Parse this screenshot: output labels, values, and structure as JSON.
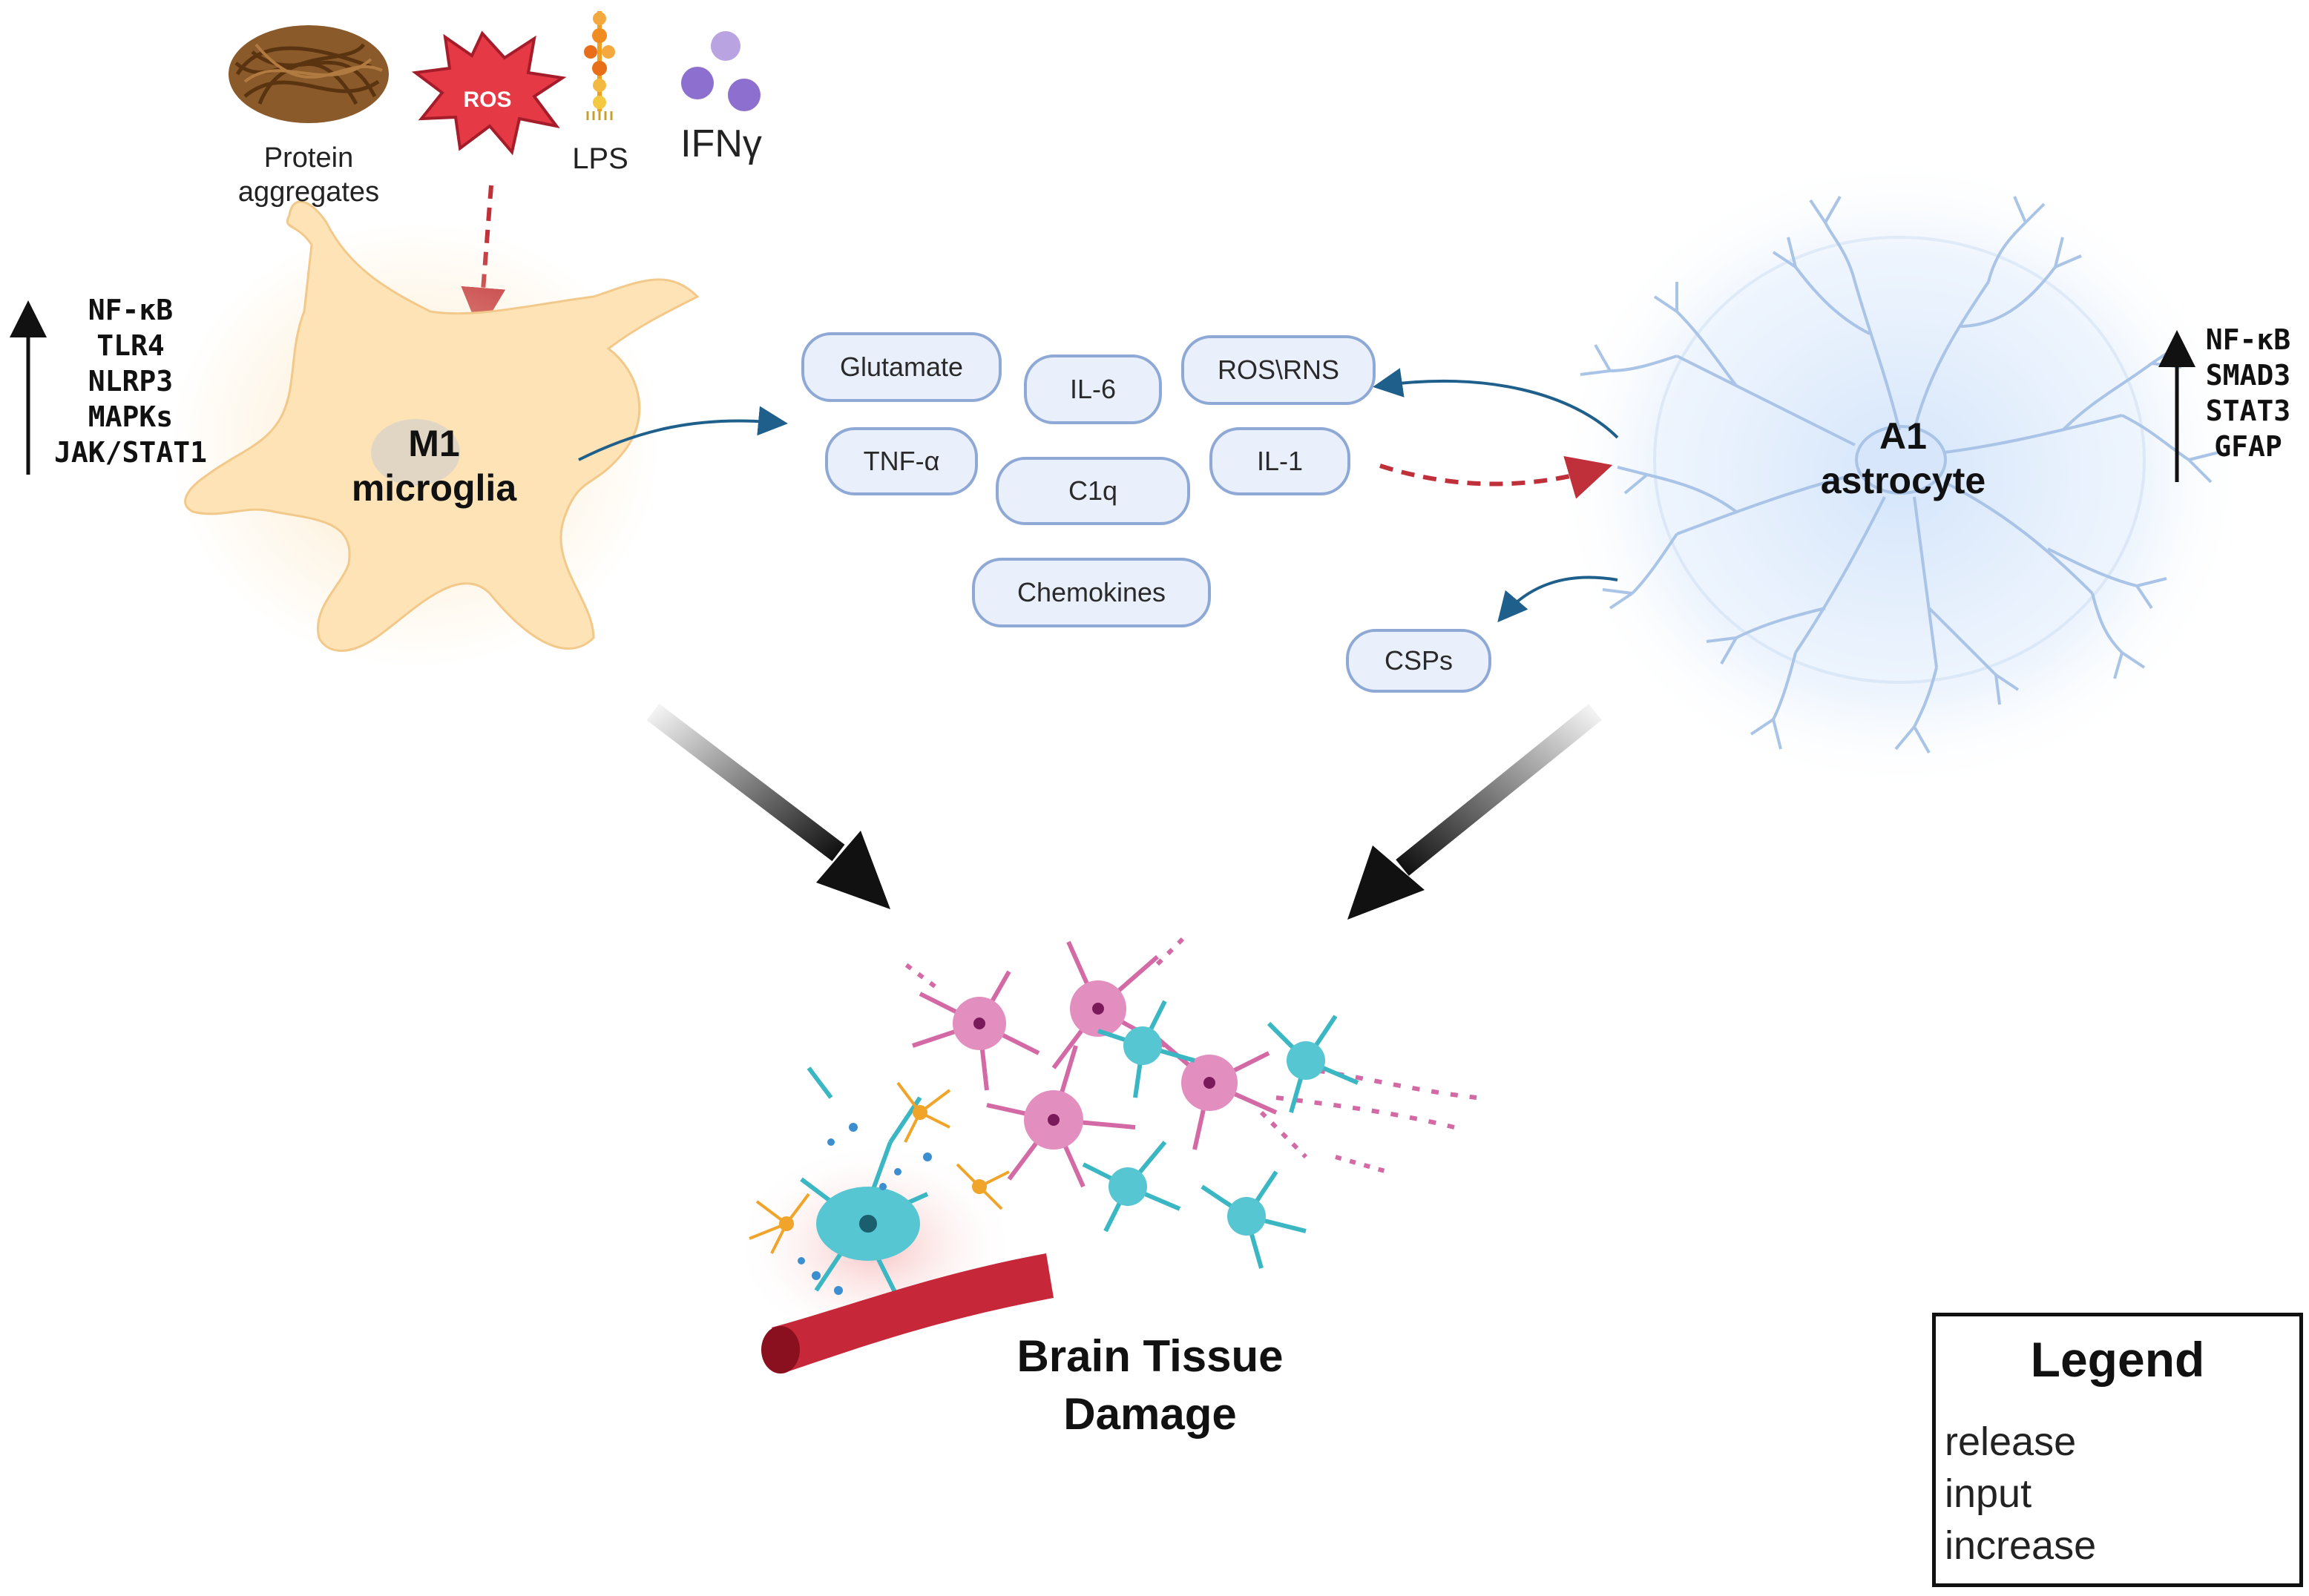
{
  "stimuli": {
    "protein_aggregates": "Protein\naggregates",
    "ros": "ROS",
    "lps": "LPS",
    "ifn": "IFNγ"
  },
  "microglia": {
    "title": "M1\nmicroglia",
    "markers": [
      "NF-κB",
      "TLR4",
      "NLRP3",
      "MAPKs",
      "JAK/STAT1"
    ]
  },
  "astrocyte": {
    "title": "A1\nastrocyte",
    "markers": [
      "NF-κB",
      "SMAD3",
      "STAT3",
      "GFAP"
    ]
  },
  "mediators": [
    "Glutamate",
    "IL-6",
    "ROS\\RNS",
    "TNF-α",
    "C1q",
    "IL-1",
    "Chemokines"
  ],
  "csps": "CSPs",
  "outcome": "Brain Tissue\nDamage",
  "legend": {
    "title": "Legend",
    "release": "release",
    "input": "input",
    "increase": "increase"
  },
  "colors": {
    "release": "#1f5f8b",
    "input": "#c0303a",
    "increase": "#111111",
    "microglia_fill": "#fde3b5",
    "astrocyte_line": "#a9c4e6",
    "pill_border": "#8fa9d6",
    "pill_fill": "#eaf0fb"
  }
}
